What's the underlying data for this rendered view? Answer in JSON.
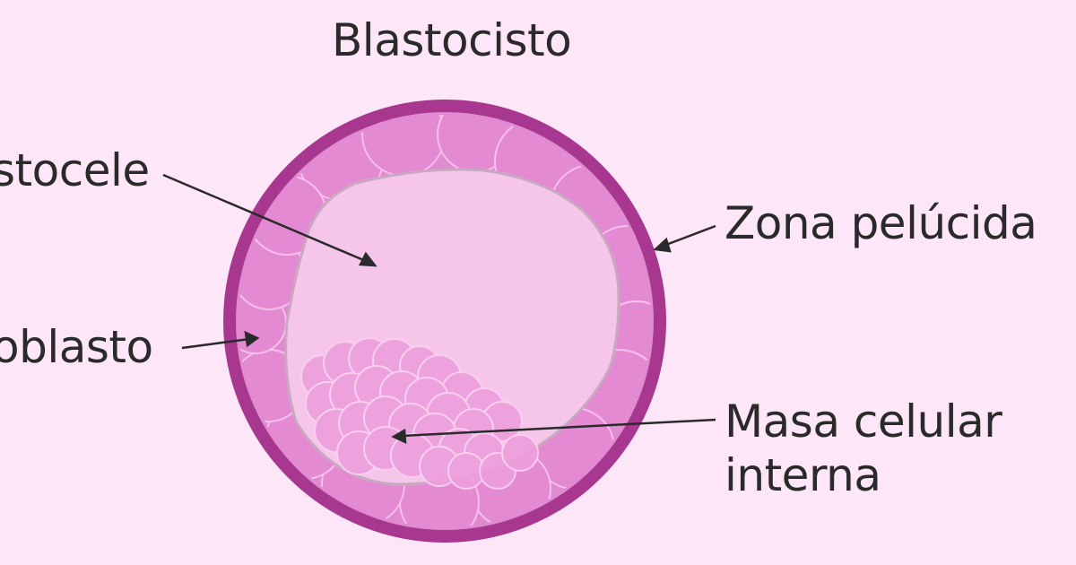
{
  "title": "Blastocisto",
  "labels": {
    "blastocele": "stocele",
    "trofoblasto": "oblasto",
    "zona_pelucida": "Zona pelúcida",
    "masa_line1": "Masa celular",
    "masa_line2": "interna"
  },
  "colors": {
    "background": "#fde6f7",
    "zona_ring": "#a8388f",
    "cell_fill": "#e08ad0",
    "cavity": "#f6c6ea",
    "icm_cell": "#ee9fdc",
    "text": "#2a2a2a"
  }
}
